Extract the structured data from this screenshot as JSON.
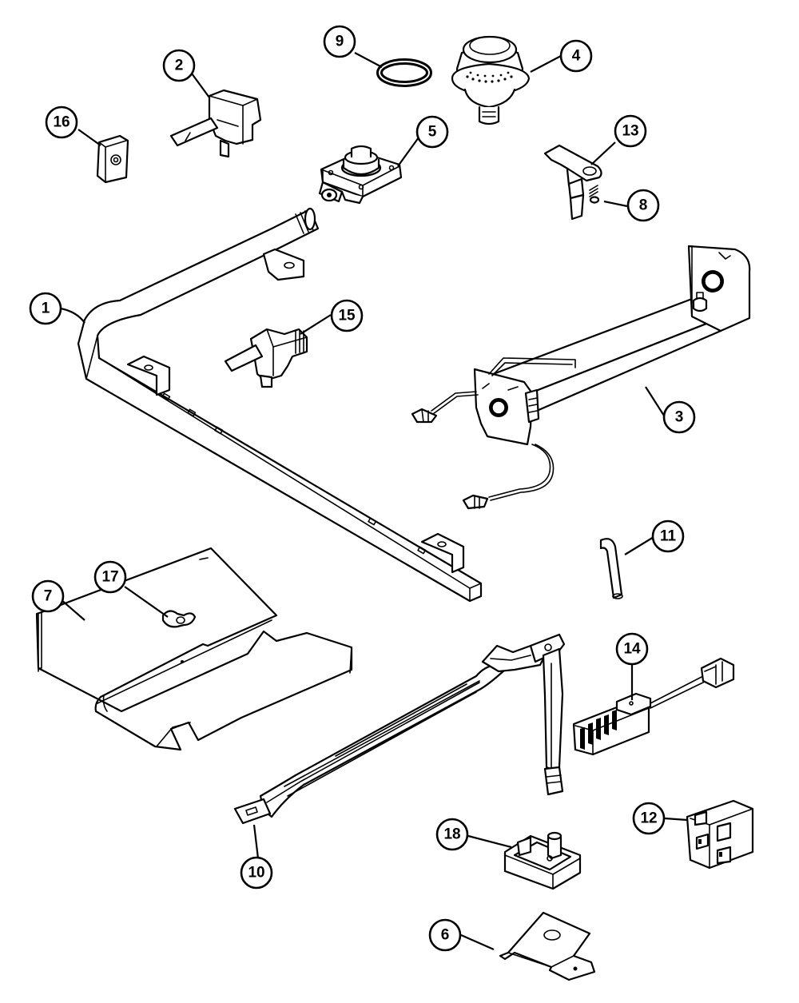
{
  "diagram": {
    "type": "exploded-parts-diagram",
    "line_color": "#000000",
    "background": "#ffffff",
    "callouts": [
      {
        "id": "c1",
        "label": "1"
      },
      {
        "id": "c2",
        "label": "2"
      },
      {
        "id": "c3",
        "label": "3"
      },
      {
        "id": "c4",
        "label": "4"
      },
      {
        "id": "c5",
        "label": "5"
      },
      {
        "id": "c6",
        "label": "6"
      },
      {
        "id": "c7",
        "label": "7"
      },
      {
        "id": "c8",
        "label": "8"
      },
      {
        "id": "c9",
        "label": "9"
      },
      {
        "id": "c10",
        "label": "10"
      },
      {
        "id": "c11",
        "label": "11"
      },
      {
        "id": "c12",
        "label": "12"
      },
      {
        "id": "c13",
        "label": "13"
      },
      {
        "id": "c14",
        "label": "14"
      },
      {
        "id": "c15",
        "label": "15"
      },
      {
        "id": "c16",
        "label": "16"
      },
      {
        "id": "c17",
        "label": "17"
      },
      {
        "id": "c18",
        "label": "18"
      }
    ]
  }
}
